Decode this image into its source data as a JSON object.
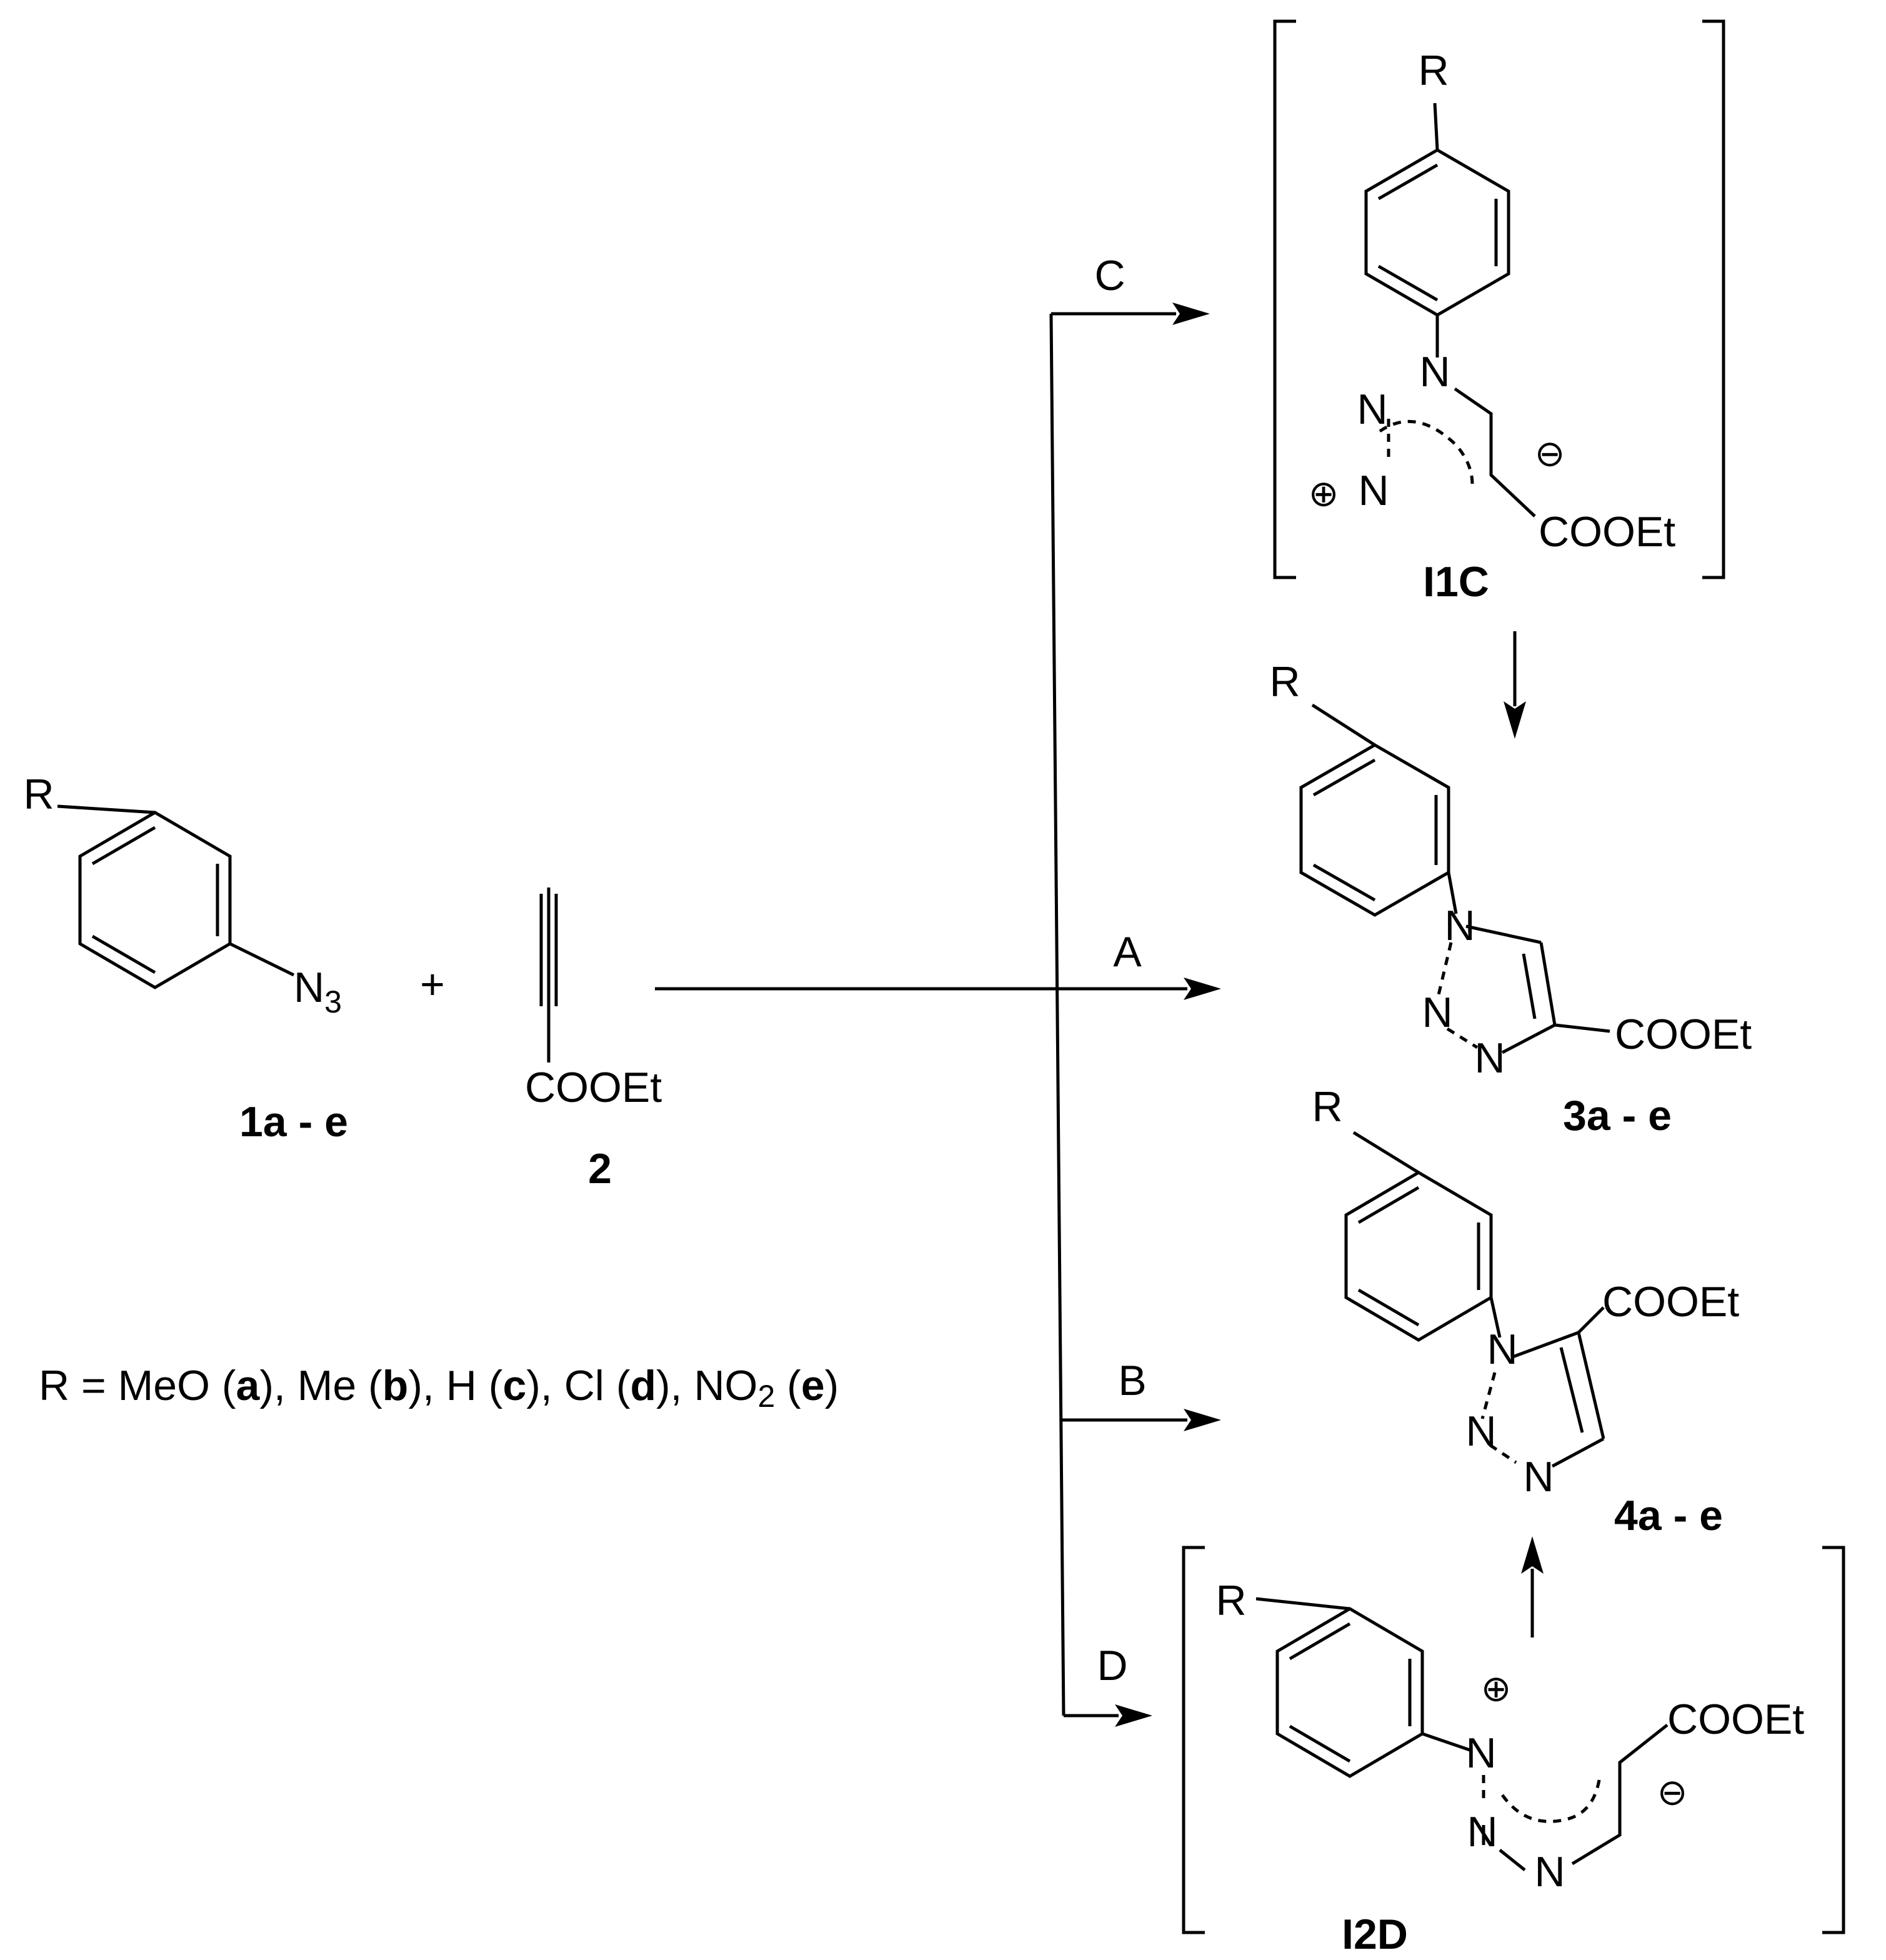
{
  "labels": {
    "route_a": "A",
    "route_b": "B",
    "route_c": "C",
    "route_d": "D",
    "plus": "+"
  },
  "compounds": {
    "azide": {
      "id": "1a - e"
    },
    "alkyne": {
      "id": "2"
    },
    "triazole_4": {
      "id": "3a - e"
    },
    "triazole_5": {
      "id": "4a - e"
    },
    "intermediate_c": {
      "id": "I1C"
    },
    "intermediate_d": {
      "id": "I2D"
    }
  },
  "atoms": {
    "r": "R",
    "n": "N",
    "ester": "COOEt",
    "azide_n": "N",
    "azide_sub": "3"
  },
  "charges": {
    "positive": "⊕",
    "negative": "⊖"
  },
  "substituents": {
    "prefix": "R = ",
    "items": [
      {
        "group": "MeO",
        "letter": "a"
      },
      {
        "group": "Me",
        "letter": "b"
      },
      {
        "group": "H",
        "letter": "c"
      },
      {
        "group": "Cl",
        "letter": "d"
      },
      {
        "group": "NO",
        "sub": "2",
        "letter": "e"
      }
    ]
  }
}
